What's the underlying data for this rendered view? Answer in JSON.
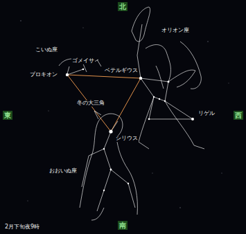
{
  "diagram": {
    "labels": [
      "北",
      "オリオン座",
      "こいぬ座",
      "ゴメイサ",
      "プロキオン",
      "ベテルギウス",
      "冬の大三角",
      "東",
      "西",
      "リゲル",
      "シリウス",
      "おおいぬ座",
      "南",
      "2月下旬夜9時"
    ]
  }
}
